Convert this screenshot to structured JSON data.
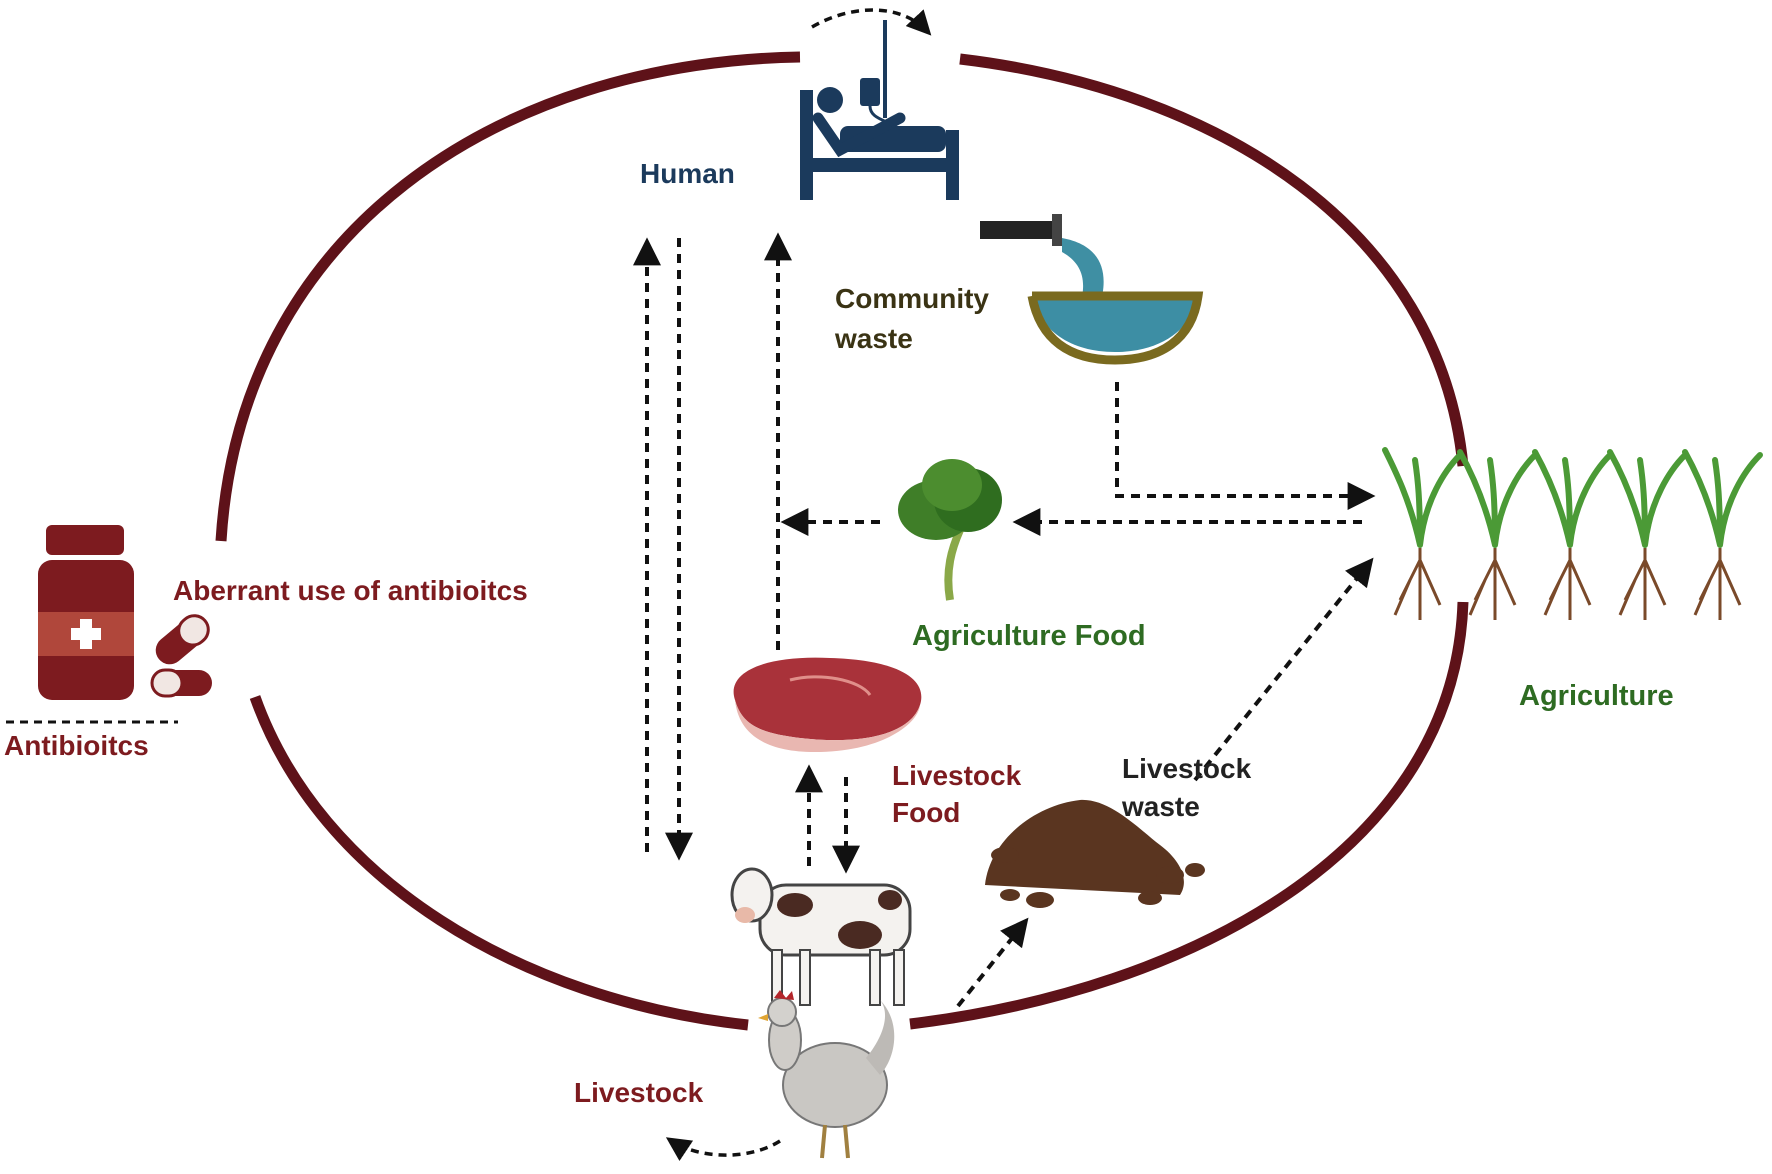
{
  "labels": {
    "human": "Human",
    "community_waste_1": "Community",
    "community_waste_2": "waste",
    "aberrant_use": "Aberrant use of antibioitcs",
    "antibiotics": "Antibioitcs",
    "agriculture_food": "Agriculture Food",
    "agriculture": "Agriculture",
    "livestock_food_1": "Livestock",
    "livestock_food_2": "Food",
    "livestock_waste_1": "Livestock",
    "livestock_waste_2": "waste",
    "livestock": "Livestock"
  },
  "colors": {
    "cycle_ring": "#5e1219",
    "human_text": "#1b3a5c",
    "community_text": "#3a3314",
    "antibiotic_text": "#7d1b1f",
    "agriculture_text": "#2e6b22",
    "livestock_text": "#7d1b1f",
    "arrow": "#111111"
  },
  "icons": {
    "human": "hospital-bed-patient-icon",
    "community_waste": "drain-pipe-water-basin-icon",
    "antibiotics": "medicine-bottle-pills-icon",
    "agriculture_food": "spinach-leaf-icon",
    "agriculture": "rooted-grass-plants-icon",
    "livestock_food": "raw-meat-steak-icon",
    "livestock_waste": "manure-pile-icon",
    "livestock": "cow-and-chicken-icon"
  }
}
